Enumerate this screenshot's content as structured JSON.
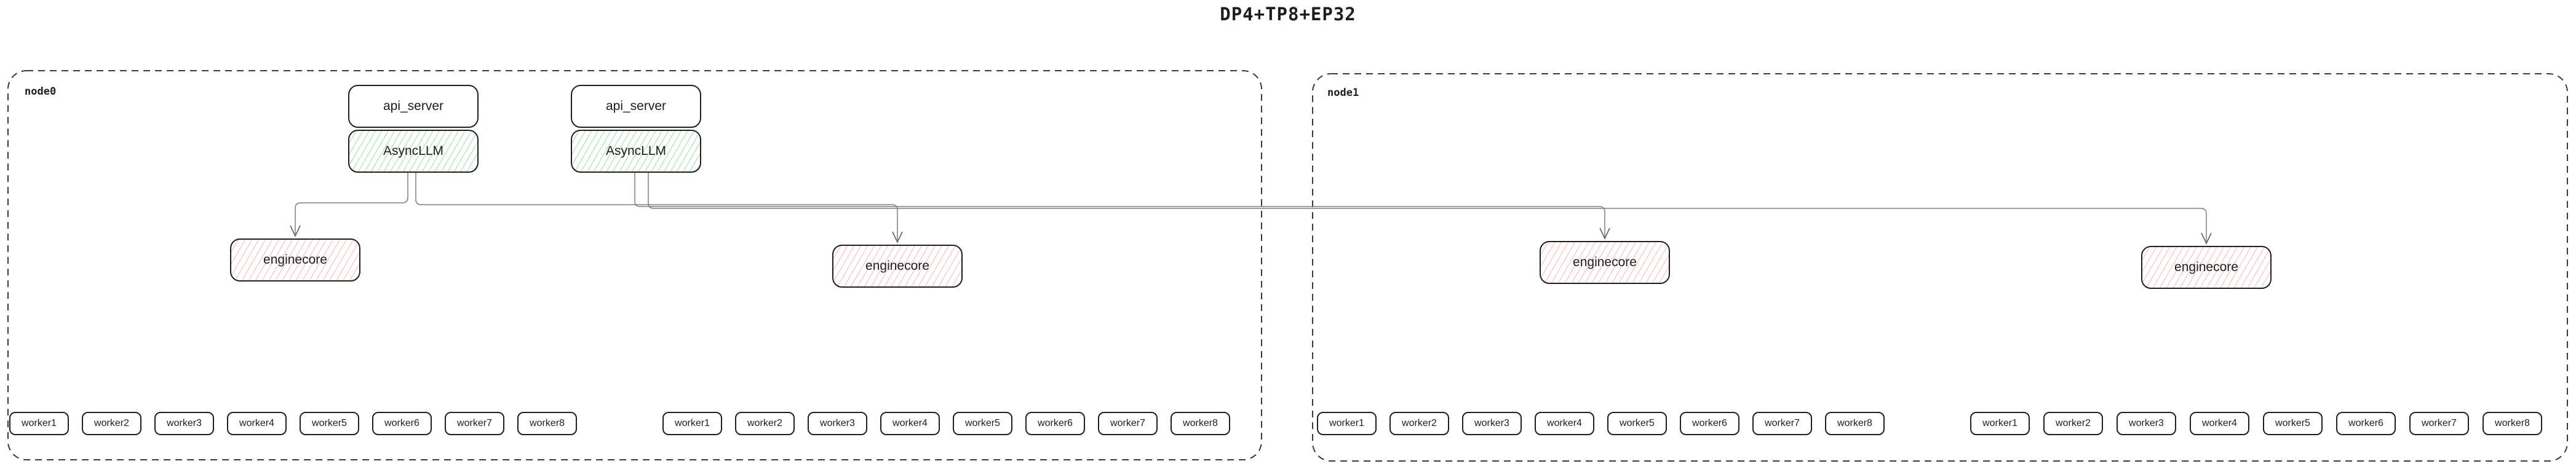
{
  "title": "DP4+TP8+EP32",
  "colors": {
    "ink": "#1e1e1e",
    "node_border": "#343a40",
    "connector": "#7d7d7d",
    "green_hatch": "#40c057",
    "red_hatch": "#fa7a7a"
  },
  "node0": {
    "label": "node0",
    "api_server1": "api_server",
    "asyncllm1": "AsyncLLM",
    "api_server2": "api_server",
    "asyncllm2": "AsyncLLM",
    "enginecore1": "enginecore",
    "enginecore2": "enginecore"
  },
  "node1": {
    "label": "node1",
    "enginecore1": "enginecore",
    "enginecore2": "enginecore"
  },
  "workers": [
    "worker1",
    "worker2",
    "worker3",
    "worker4",
    "worker5",
    "worker6",
    "worker7",
    "worker8"
  ]
}
